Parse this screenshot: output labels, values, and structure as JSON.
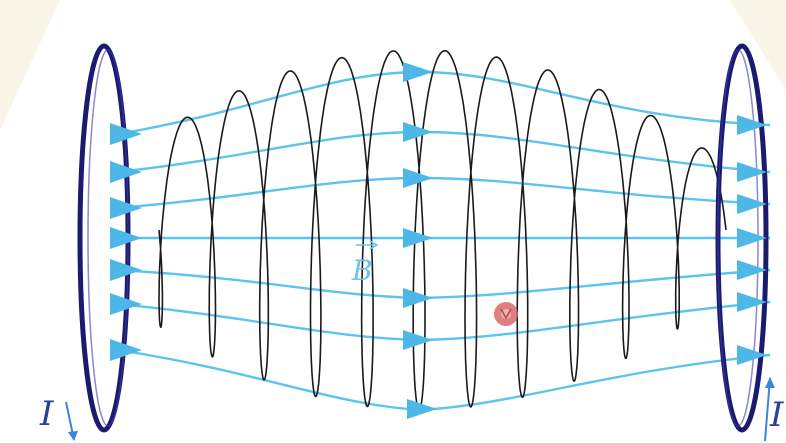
{
  "labels": {
    "field": "B",
    "current_left": "I",
    "current_right": "I"
  },
  "colors": {
    "field_line": "#5cc4ef",
    "field_arrow": "#4db8e8",
    "helix": "#1a1a1a",
    "loop": "#1c1a6e",
    "loop_highlight": "#3d3ab0",
    "current_arrow": "#3a86d6",
    "label_blue": "#6cc3ee",
    "label_current": "#2a3f9e",
    "particle": "#d66a6a",
    "background_tint": "#f5f0dc"
  },
  "icons": {
    "left_loop": "current-loop-icon",
    "right_loop": "current-loop-icon",
    "particle": "charged-particle-icon"
  }
}
